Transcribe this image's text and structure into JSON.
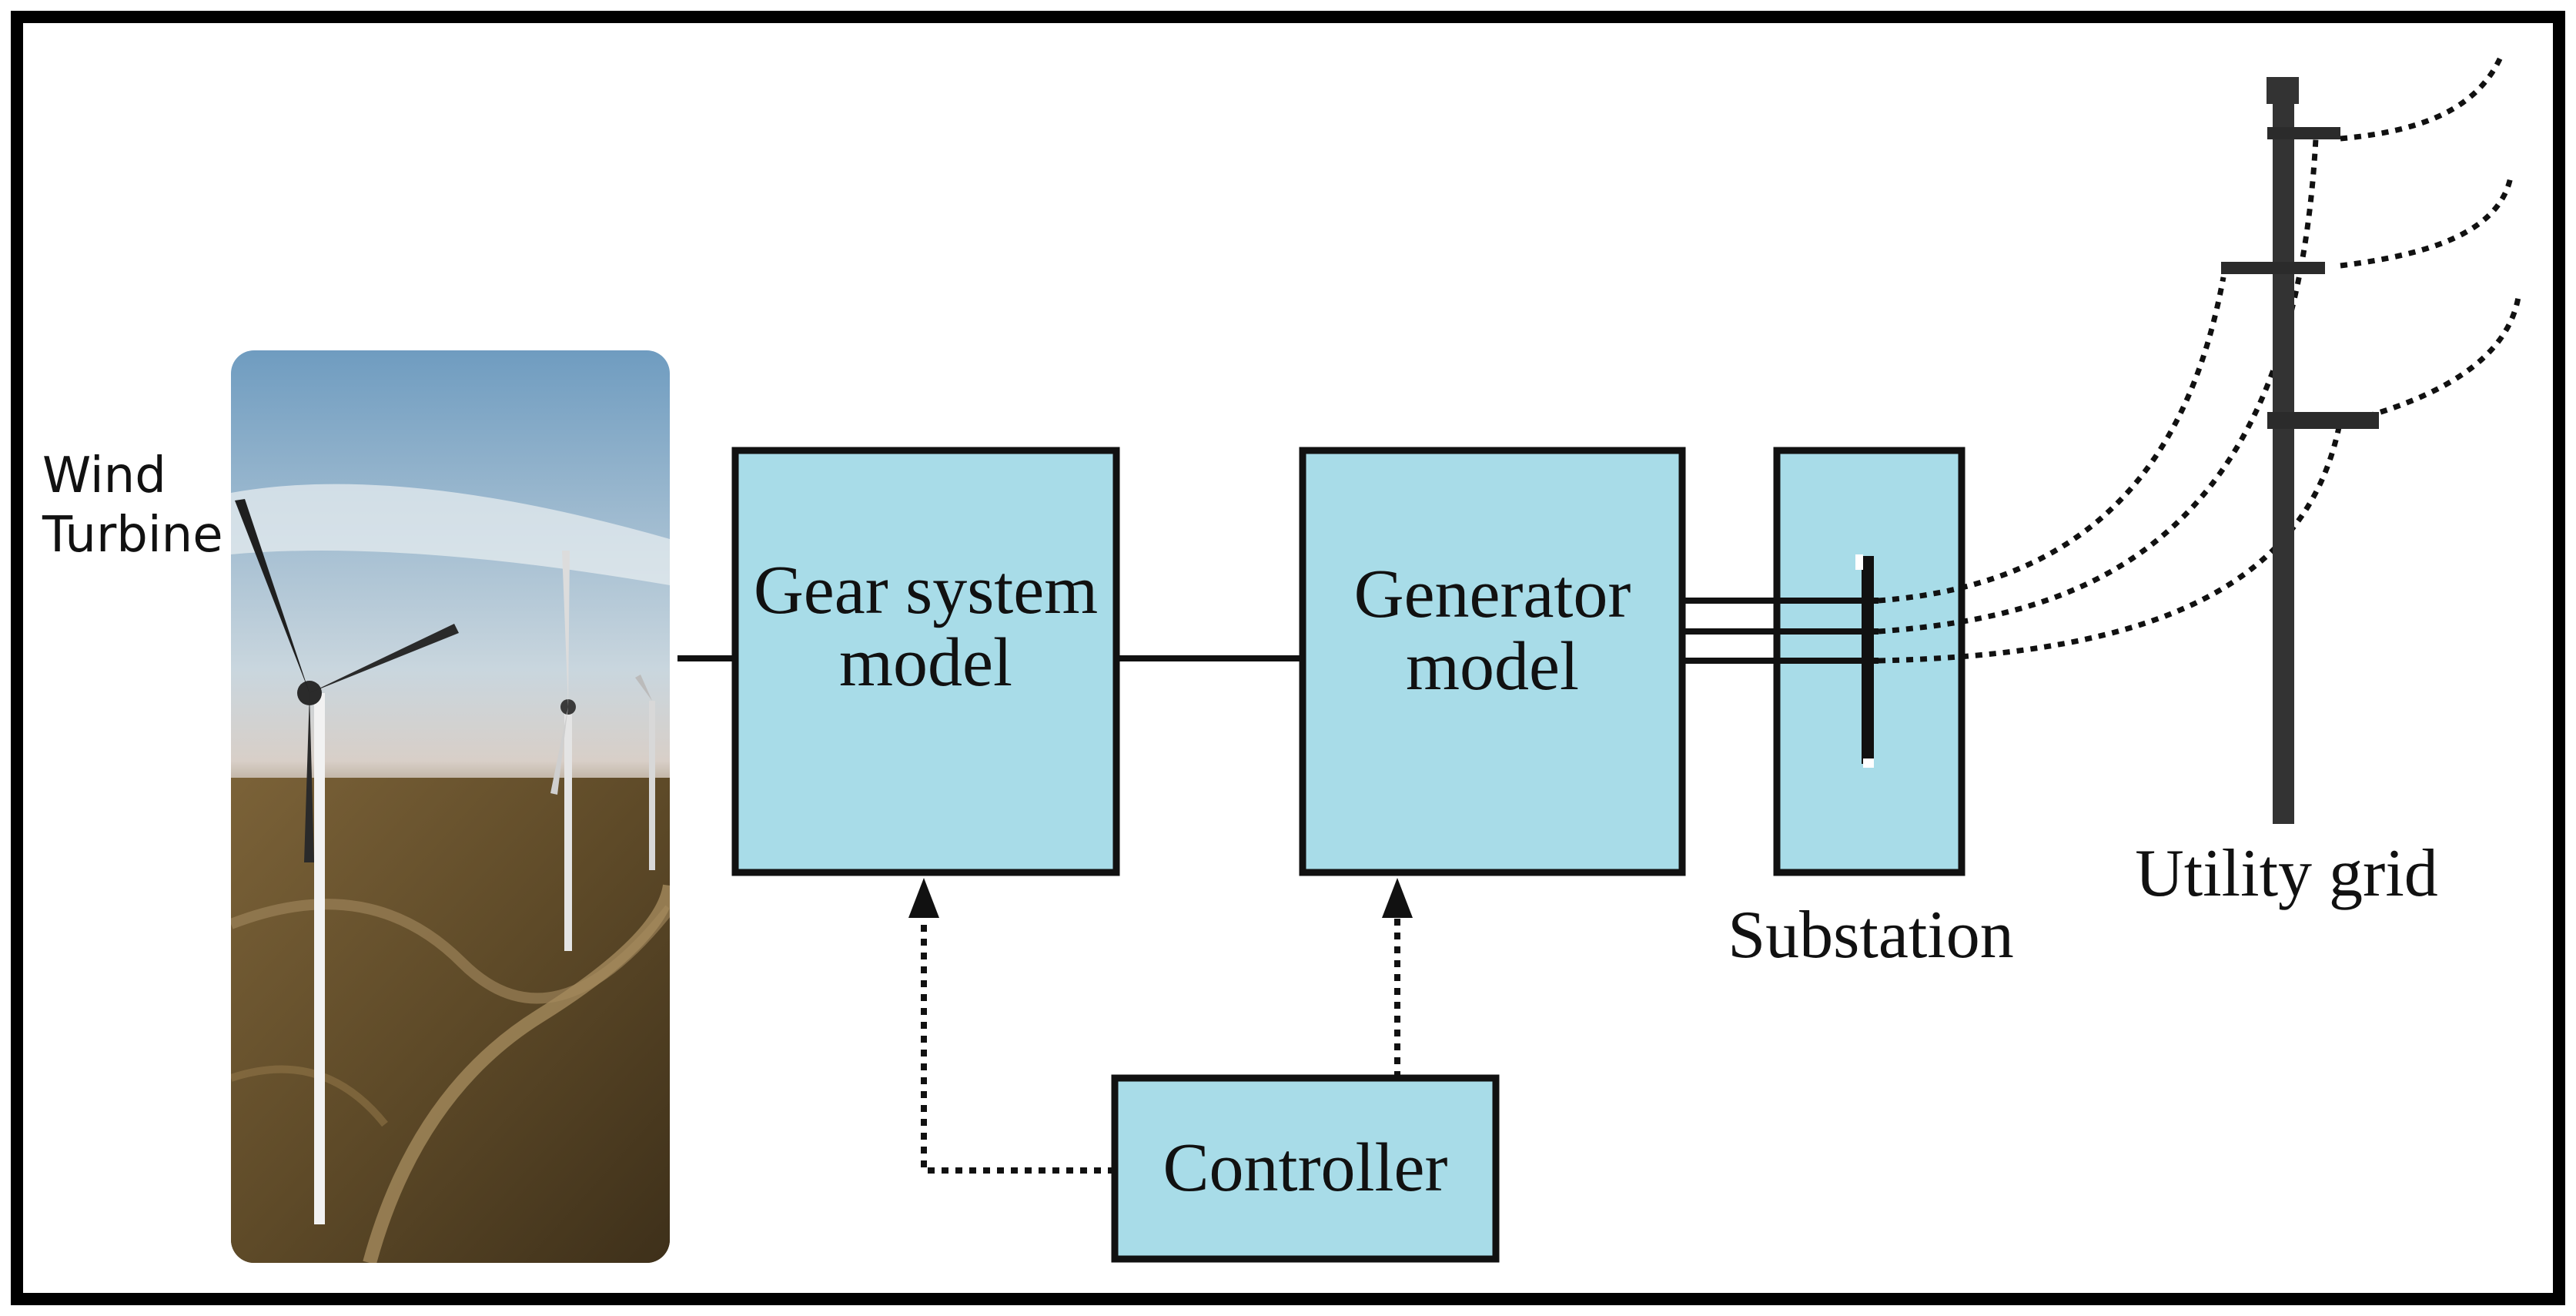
{
  "diagram": {
    "wind_turbine_label_line1": "Wind",
    "wind_turbine_label_line2": "Turbine",
    "gear_label_line1": "Gear system",
    "gear_label_line2": "model",
    "generator_label_line1": "Generator",
    "generator_label_line2": "model",
    "controller_label": "Controller",
    "substation_label": "Substation",
    "utility_grid_label": "Utility grid"
  },
  "colors": {
    "block_fill": "#a8dce8",
    "block_stroke": "#111111",
    "sky_top": "#7fa9c6",
    "ground": "#6b5630"
  },
  "icons": [
    "wind-turbine-photo",
    "power-pole-icon",
    "busbar-icon"
  ]
}
